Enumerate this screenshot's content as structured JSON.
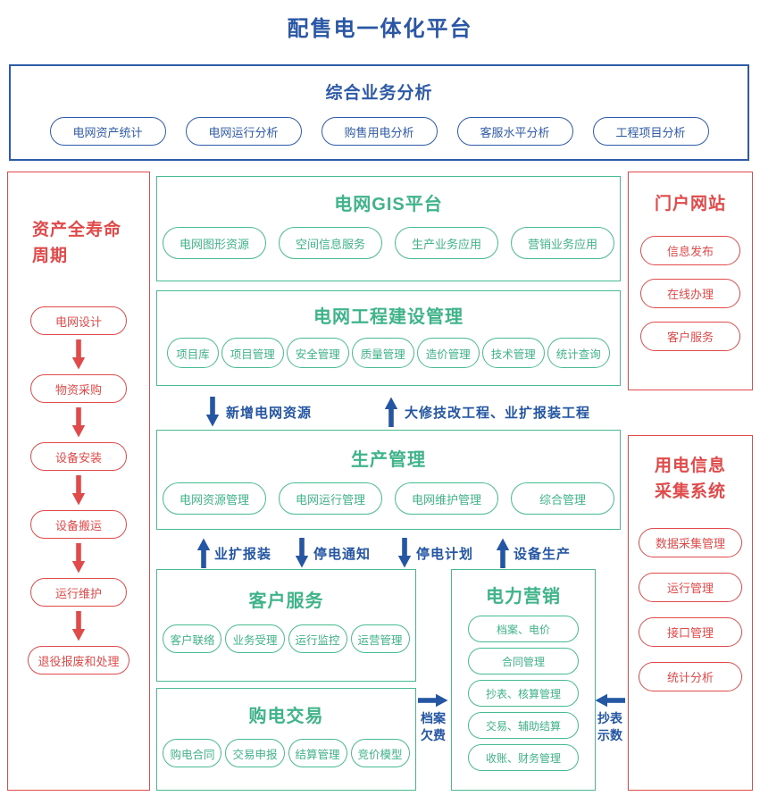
{
  "title": "配售电一体化平台",
  "colors": {
    "blue": "#2A57A5",
    "green": "#47BB90",
    "red": "#E04A4A"
  },
  "analysis": {
    "title": "综合业务分析",
    "pills": [
      "电网资产统计",
      "电网运行分析",
      "购售用电分析",
      "客服水平分析",
      "工程项目分析"
    ]
  },
  "lifecycle": {
    "title_line1": "资产全寿命",
    "title_line2": "周期",
    "steps": [
      "电网设计",
      "物资采购",
      "设备安装",
      "设备搬运",
      "运行维护",
      "退役报废和处理"
    ]
  },
  "gis": {
    "title": "电网GIS平台",
    "pills": [
      "电网图形资源",
      "空间信息服务",
      "生产业务应用",
      "营销业务应用"
    ]
  },
  "construction": {
    "title": "电网工程建设管理",
    "pills": [
      "项目库",
      "项目管理",
      "安全管理",
      "质量管理",
      "造价管理",
      "技术管理",
      "统计查询"
    ]
  },
  "production": {
    "title": "生产管理",
    "pills": [
      "电网资源管理",
      "电网运行管理",
      "电网维护管理",
      "综合管理"
    ]
  },
  "customer_service": {
    "title": "客户服务",
    "pills": [
      "客户联络",
      "业务受理",
      "运行监控",
      "运营管理"
    ]
  },
  "purchase": {
    "title": "购电交易",
    "pills": [
      "购电合同",
      "交易申报",
      "结算管理",
      "竞价模型"
    ]
  },
  "marketing": {
    "title": "电力营销",
    "pills": [
      "档案、电价",
      "合同管理",
      "抄表、核算管理",
      "交易、辅助结算",
      "收账、财务管理"
    ]
  },
  "portal": {
    "title": "门户网站",
    "pills": [
      "信息发布",
      "在线办理",
      "客户服务"
    ]
  },
  "metering": {
    "title_line1": "用电信息",
    "title_line2": "采集系统",
    "pills": [
      "数据采集管理",
      "运行管理",
      "接口管理",
      "统计分析"
    ]
  },
  "flows": {
    "new_grid_resources": "新增电网资源",
    "overhaul_expansion": "大修技改工程、业扩报装工程",
    "business_expansion": "业扩报装",
    "outage_notice": "停电通知",
    "outage_plan": "停电计划",
    "equipment_production": "设备生产",
    "archive_line1": "档案",
    "archive_line2": "欠费",
    "meter_line1": "抄表",
    "meter_line2": "示数"
  }
}
